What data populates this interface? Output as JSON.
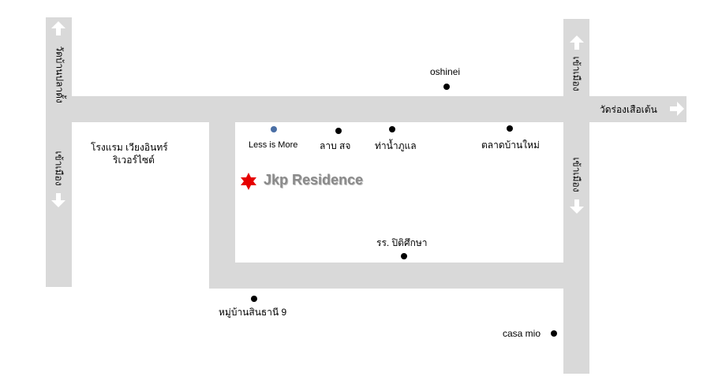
{
  "map": {
    "title": "Jkp Residence",
    "colors": {
      "road": "#d9d9d9",
      "marker": "#e60000",
      "poi": "#000000",
      "highlight_poi": "#4a6fa5",
      "title": "#8a8a8a"
    },
    "roads": {
      "left_top": "วัดบ้านปลาดั้ง",
      "left_bottom": "เข้าเมือง",
      "right_top": "เข้าเมือง",
      "right_bottom": "เข้าเมือง",
      "east": "วัดร่องเสือเต้น"
    },
    "pois": {
      "oshinei": "oshinei",
      "hotel_line1": "โรงแรม เวียงอินทร์",
      "hotel_line2": "ริเวอร์ไซต์",
      "less_is_more": "Less is More",
      "laab": "ลาบ สจ",
      "tha_nam": "ท่าน้ำภูแล",
      "market": "ตลาดบ้านใหม่",
      "school": "รร. ปิติศึกษา",
      "village": "หมู่บ้านสินธานี 9",
      "casa_mio": "casa mio"
    }
  }
}
